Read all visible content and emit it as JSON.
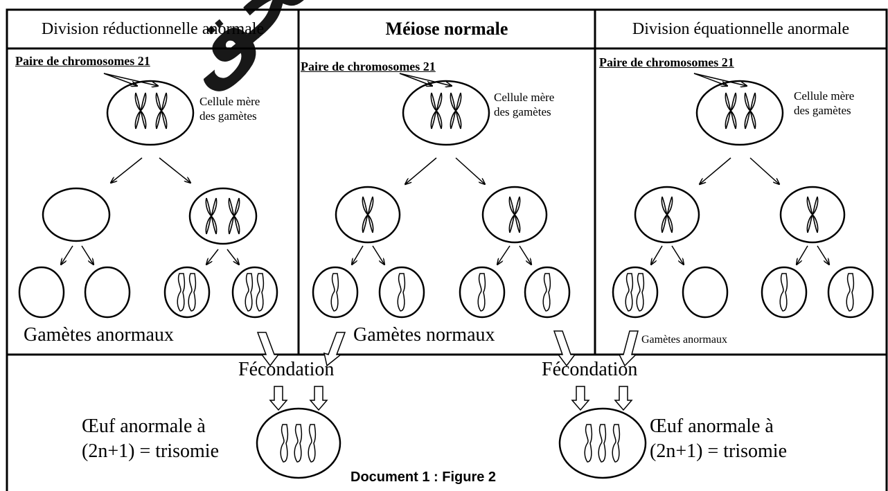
{
  "panels": {
    "left_title": "Division réductionnelle anormale",
    "center_title": "Méiose normale",
    "right_title": "Division équationnelle anormale"
  },
  "pair_label": "Paire de chromosomes 21",
  "mother_cell_label": [
    "Cellule mère",
    "des gamètes"
  ],
  "gametes": {
    "left": "Gamètes anormaux",
    "center": "Gamètes normaux",
    "right": "Gamètes anormaux"
  },
  "fecondation": "Fécondation",
  "egg": {
    "line1": "Œuf anormale à",
    "line2": "(2n+1) = trisomie"
  },
  "caption": "Document 1 :  Figure 2",
  "watermark": "ملحق"
}
